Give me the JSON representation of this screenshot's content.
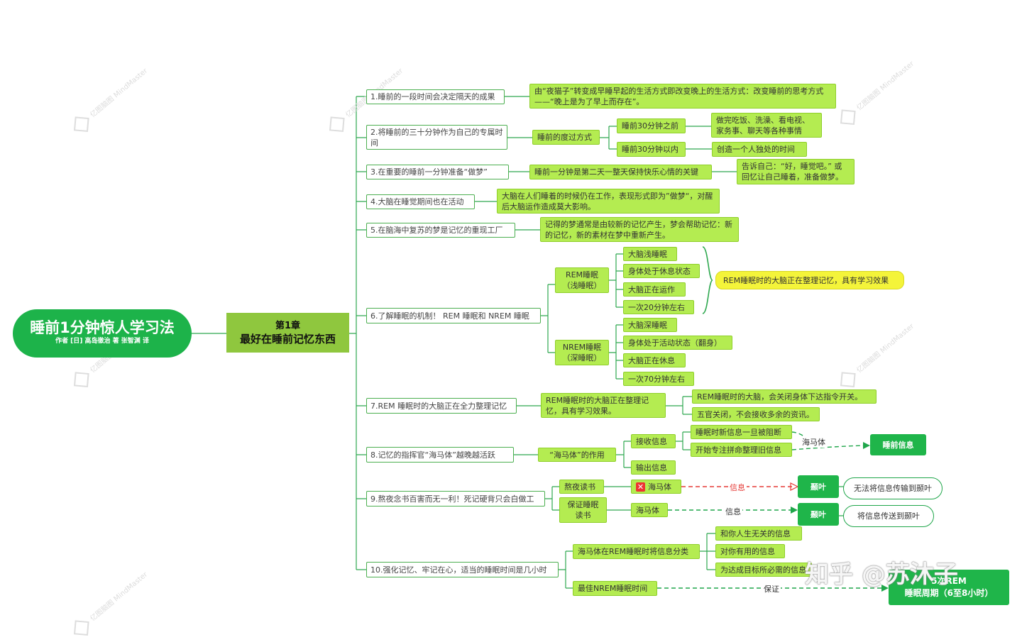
{
  "root": {
    "title": "睡前1分钟惊人学习法",
    "subtitle": "作者 [日] 高岛徹治  著   张智渊 译"
  },
  "chapter": {
    "num": "第1章",
    "title": "最好在睡前记忆东西"
  },
  "sections": {
    "s1": "1.睡前的一段时间会决定隔天的成果",
    "s2": "2.将睡前的三十分钟作为自己的专属时间",
    "s3": "3.在重要的睡前一分钟准备“做梦”",
    "s4": "4.大脑在睡觉期间也在活动",
    "s5": "5.在脑海中复苏的梦是记忆的重现工厂",
    "s6": "6.了解睡眠的机制！ REM 睡眠和 NREM 睡眠",
    "s7": "7.REM 睡眠时的大脑正在全力整理记忆",
    "s8": "8.记忆的指挥官“海马体”越晚越活跃",
    "s9": "9.熬夜念书百害而无一利！死记硬背只会白做工",
    "s10": "10.强化记忆、牢记在心，适当的睡眠时间是几小时"
  },
  "s1": {
    "note": "由“夜猫子”转变成早睡早起的生活方式即改变晚上的生活方式：改变睡前的思考方式——“晚上是为了早上而存在”。"
  },
  "s2": {
    "hub": "睡前的度过方式",
    "before": "睡前30分钟之前",
    "before_note": "做完吃饭、洗澡、看电视、家务事、聊天等各种事情",
    "within": "睡前30分钟以内",
    "within_note": "创造一个人独处的时间"
  },
  "s3": {
    "note": "睡前一分钟是第二天一整天保持快乐心情的关键",
    "note2": "告诉自己：“好，睡觉吧。” 或回忆让自己睡着，准备做梦。"
  },
  "s4": {
    "note": "大脑在人们睡着的时候仍在工作，表现形式即为”做梦“，对醒后大脑运作造成莫大影响。"
  },
  "s5": {
    "note": "记得的梦通常是由较新的记忆产生，梦会帮助记忆：新的记忆，新的素材在梦中重新产生。"
  },
  "s6": {
    "rem": "REM睡眠（浅睡眠）",
    "rem_items": [
      "大脑浅睡眠",
      "身体处于休息状态",
      "大脑正在运作",
      "一次20分钟左右"
    ],
    "rem_summary": "REM睡眠时的大脑正在整理记忆，具有学习效果",
    "nrem": "NREM睡眠（深睡眠）",
    "nrem_items": [
      "大脑深睡眠",
      "身体处于活动状态（翻身）",
      "大脑正在休息",
      "一次70分钟左右"
    ]
  },
  "s7": {
    "note": "REM睡眠时的大脑正在整理记忆，具有学习效果。",
    "sub1": "REM睡眠时的大脑，会关闭身体下达指令开关。",
    "sub2": "五官关闭，不会接收多余的资讯。"
  },
  "s8": {
    "hub": "“海马体”的作用",
    "receive": "接收信息",
    "output": "输出信息",
    "r1": "睡眠时新信息一旦被阻断",
    "r2": "开始专注拼命整理旧信息",
    "flow_label": "海马体",
    "target": "睡前信息"
  },
  "s9": {
    "a": "熬夜读书",
    "b": "保证睡眠读书",
    "hippo_bad": "海马体",
    "hippo_good": "海马体",
    "info": "信息",
    "info2": "信息",
    "lobe": "颞叶",
    "lobe2": "颞叶",
    "fail": "无法将信息传输到颞叶",
    "ok": "将信息传送到颞叶"
  },
  "s10": {
    "hub1": "海马体在REM睡眠时将信息分类",
    "items": [
      "和你人生无关的信息",
      "对你有用的信息",
      "为达成目标所必需的信息"
    ],
    "hub2": "最佳NREM睡眠时间",
    "guarantee": "保证",
    "result1": "5次REM",
    "result2": "睡眠周期（6至8小时）"
  },
  "watermark": {
    "brand": "亿图脑图",
    "brand2": "MindMaster",
    "zhihu": "知乎 @苏沐子"
  },
  "colors": {
    "root": "#1db34a",
    "chapter": "#8fc73e",
    "lime": "#b4ec51",
    "line": "#2ea84f",
    "red": "#e53935"
  },
  "icons": {
    "cross": "cross-icon"
  }
}
